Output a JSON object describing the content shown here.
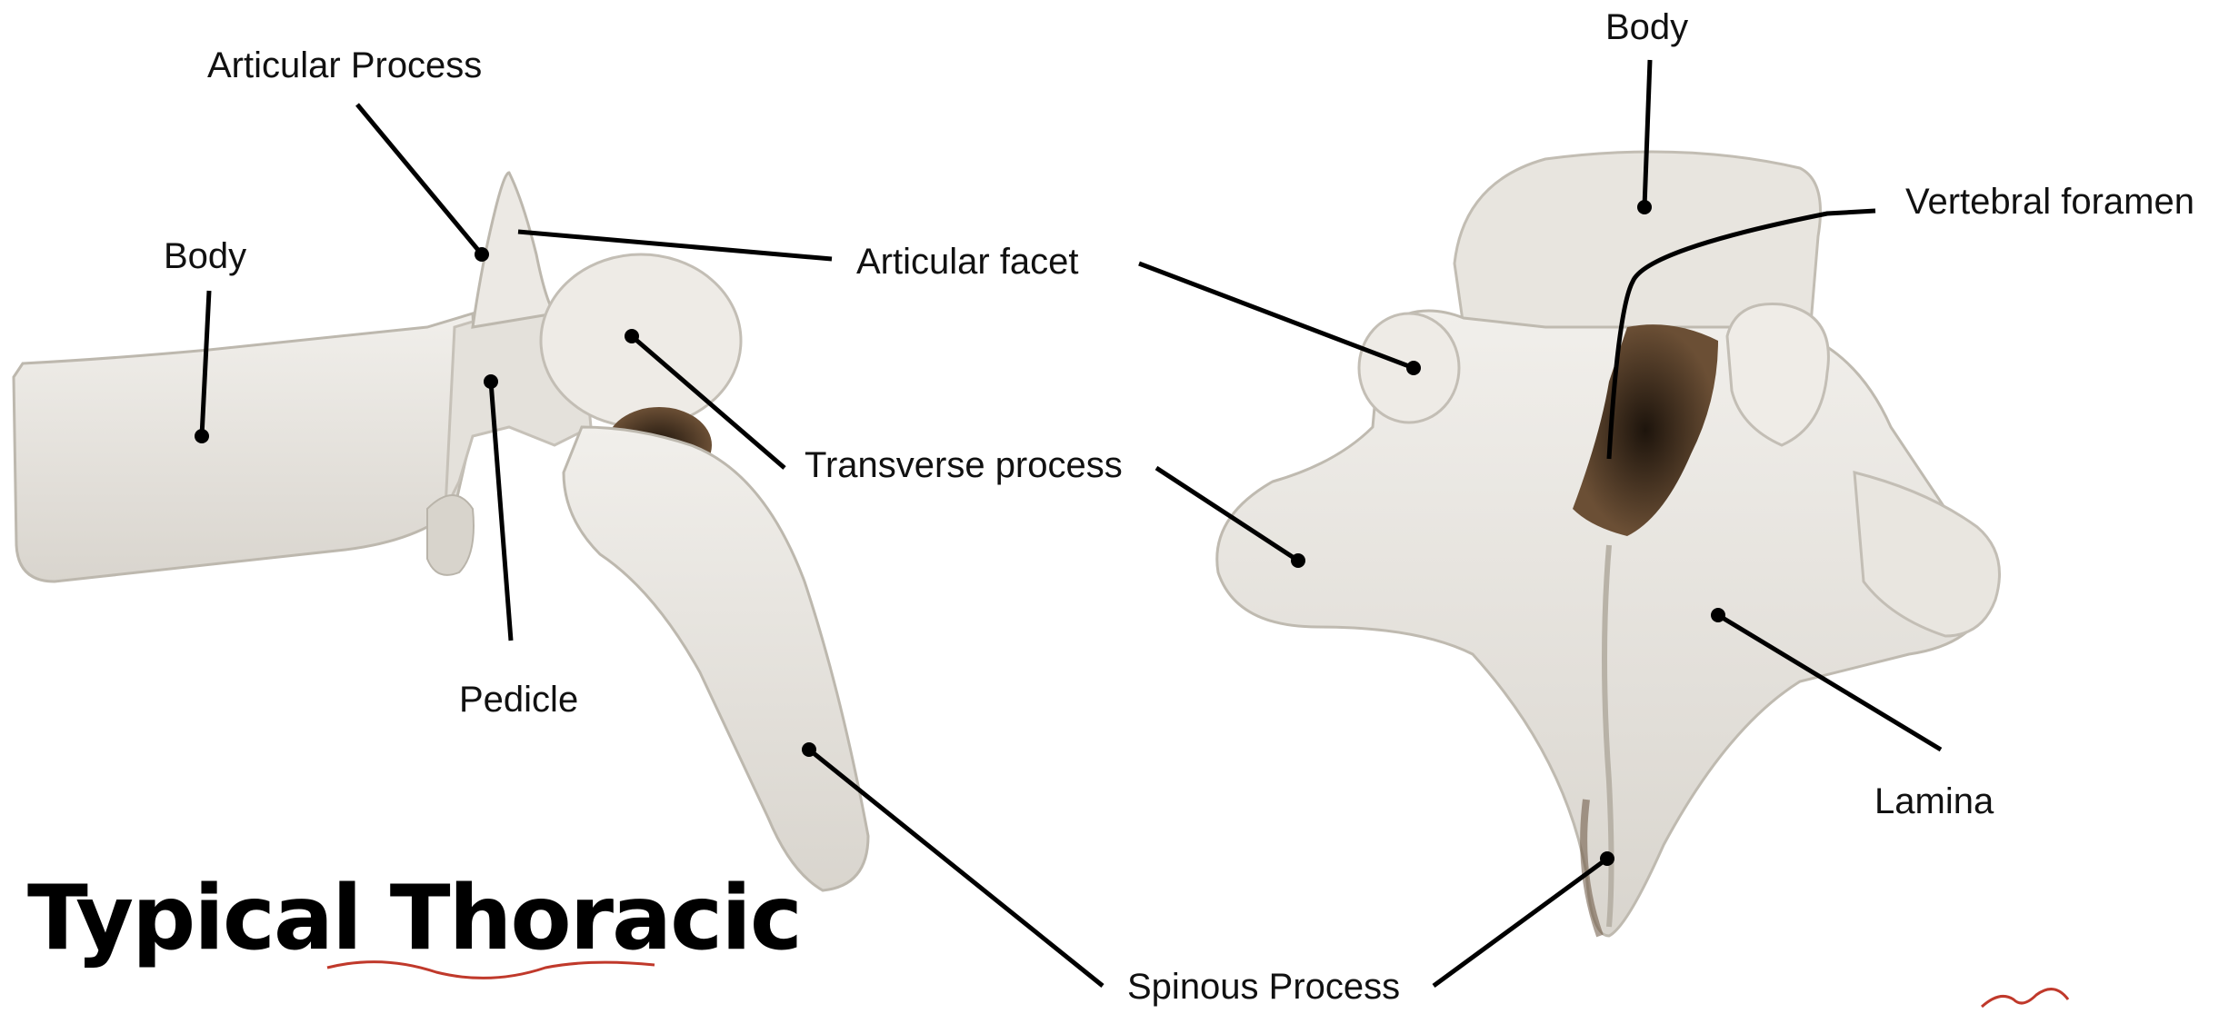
{
  "title": "Typical Thoracic",
  "left_view": {
    "labels": {
      "articular_process": "Articular Process",
      "body": "Body",
      "pedicle": "Pedicle"
    }
  },
  "shared": {
    "articular_facet": "Articular facet",
    "transverse_process": "Transverse process",
    "spinous_process": "Spinous Process"
  },
  "right_view": {
    "labels": {
      "body": "Body",
      "vertebral_foramen": "Vertebral foramen",
      "lamina": "Lamina"
    }
  },
  "colors": {
    "bone": "#e9e7e2",
    "bone_shadow": "#cdc8bf",
    "hole": "#3a2a1a",
    "leader": "#000000",
    "scribble": "#c0392b"
  }
}
